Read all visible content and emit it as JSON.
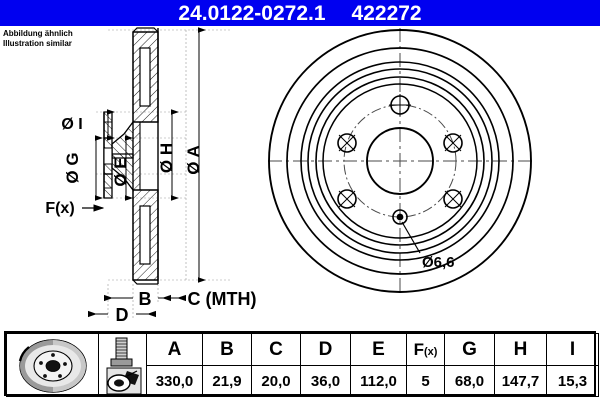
{
  "header": {
    "part_number": "24.0122-0272.1",
    "reference_number": "422272",
    "banner_color": "#0000f0",
    "text_color": "#ffffff"
  },
  "note": {
    "line1": "Abbildung ähnlich",
    "line2": "Illustration similar"
  },
  "drawing": {
    "section_labels": {
      "dia_i": "Ø I",
      "dia_g": "Ø G",
      "dia_e": "Ø E",
      "dia_h": "Ø H",
      "dia_a": "Ø A",
      "fx": "F(x)",
      "b": "B",
      "c": "C (MTH)",
      "d": "D"
    },
    "face_labels": {
      "hole_callout": "Ø6,6"
    },
    "bolt_hole_count": 5
  },
  "chart_data": {
    "type": "table",
    "title": "Brake disc dimensions",
    "columns": [
      "A",
      "B",
      "C",
      "D",
      "E",
      "F(x)",
      "G",
      "H",
      "I"
    ],
    "values": [
      "330,0",
      "21,9",
      "20,0",
      "36,0",
      "112,0",
      "5",
      "68,0",
      "147,7",
      "15,3"
    ],
    "rows": [
      {
        "A": "330,0",
        "B": "21,9",
        "C": "20,0",
        "D": "36,0",
        "E": "112,0",
        "F(x)": "5",
        "G": "68,0",
        "H": "147,7",
        "I": "15,3"
      }
    ],
    "icons": [
      "brake-disc-icon",
      "bolt-and-hub-icon"
    ]
  },
  "table": {
    "headers": [
      "A",
      "B",
      "C",
      "D",
      "E",
      "F(x)",
      "G",
      "H",
      "I"
    ],
    "fx_main": "F",
    "fx_sub": "(x)",
    "values": [
      "330,0",
      "21,9",
      "20,0",
      "36,0",
      "112,0",
      "5",
      "68,0",
      "147,7",
      "15,3"
    ]
  }
}
